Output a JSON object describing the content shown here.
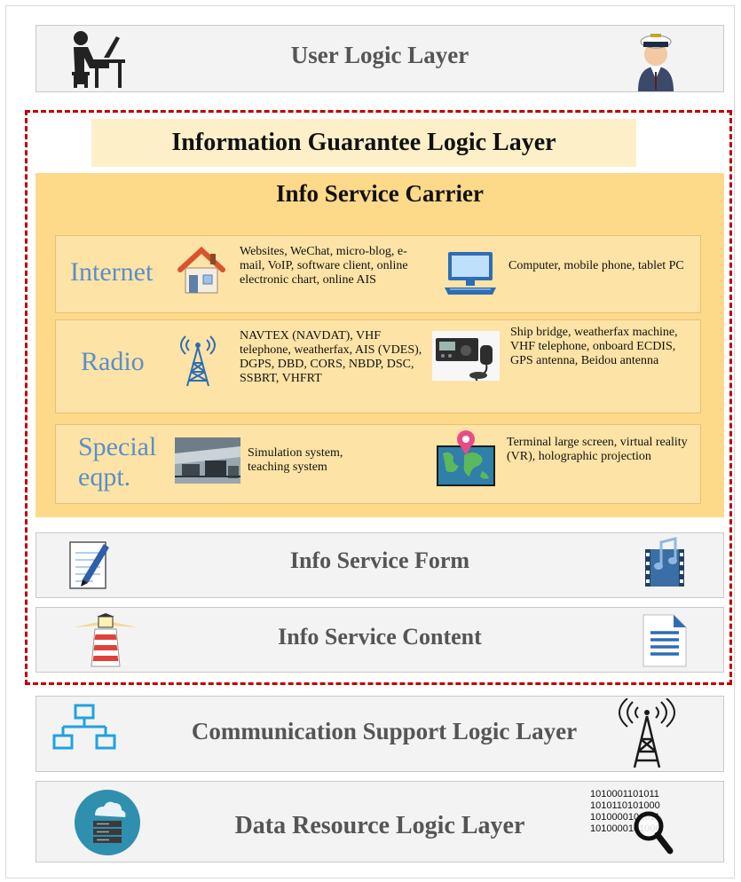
{
  "layers": {
    "user": "User Logic Layer",
    "guarantee": "Information Guarantee Logic Layer",
    "form": "Info Service Form",
    "content": "Info Service Content",
    "communication": "Communication Support Logic Layer",
    "data": "Data Resource Logic Layer"
  },
  "carrier": {
    "title": "Info Service Carrier",
    "rows": [
      {
        "label": "Internet",
        "left_desc": "Websites, WeChat, micro-blog, e-mail, VoIP, software client, online electronic chart, online AIS",
        "right_desc": "Computer, mobile phone, tablet PC"
      },
      {
        "label": "Radio",
        "left_desc": "NAVTEX (NAVDAT), VHF telephone, weatherfax, AIS (VDES), DGPS, DBD, CORS, NBDP, DSC, SSBRT, VHFRT",
        "right_desc": "Ship bridge, weatherfax machine, VHF telephone, onboard ECDIS, GPS antenna, Beidou antenna"
      },
      {
        "label_line1": "Special",
        "label_line2": "eqpt.",
        "left_desc": "Simulation system, teaching system",
        "right_desc": "Terminal large screen, virtual reality (VR), holographic projection"
      }
    ]
  },
  "binary_text": [
    "1010001101011",
    "1010110101000",
    "1010000101011",
    "1010000101000"
  ],
  "icons": {
    "user_left": "person-at-desk-icon",
    "user_right": "officer-avatar-icon",
    "internet_left": "house-icon",
    "internet_right": "computer-icon",
    "radio_left": "radio-tower-icon",
    "radio_right": "radio-device-icon",
    "special_left": "simulator-image-icon",
    "special_right": "map-pin-icon",
    "form_left": "document-pen-icon",
    "form_right": "media-film-icon",
    "content_left": "lighthouse-icon",
    "content_right": "text-document-icon",
    "comm_left": "network-hierarchy-icon",
    "comm_right": "antenna-tower-icon",
    "data_left": "cloud-server-icon",
    "data_right": "magnifier-icon"
  }
}
